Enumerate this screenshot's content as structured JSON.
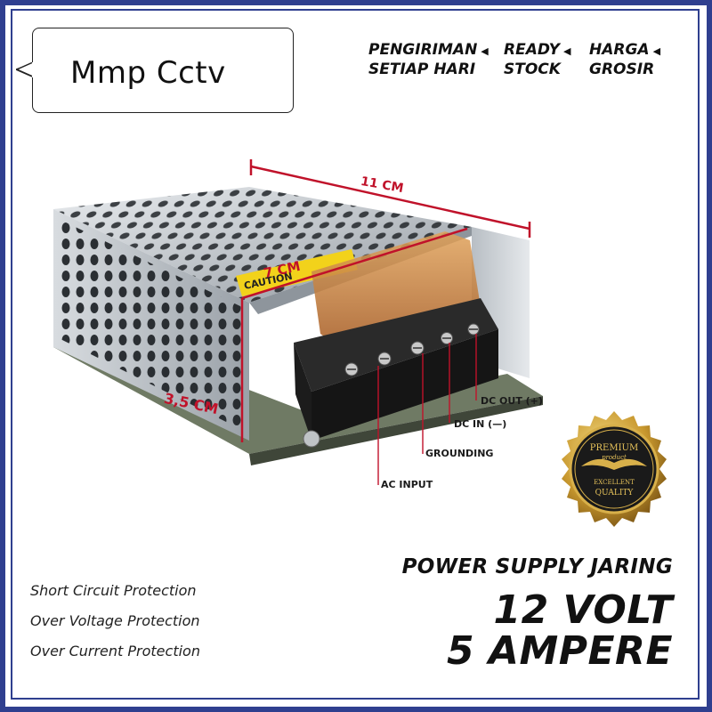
{
  "bubble": {
    "text": "Mmp Cctv"
  },
  "tags": [
    {
      "line1": "PENGIRIMAN",
      "line2": "SETIAP HARI"
    },
    {
      "line1": "READY",
      "line2": "STOCK"
    },
    {
      "line1": "HARGA",
      "line2": "GROSIR"
    }
  ],
  "dimensions": {
    "length": "11 CM",
    "width": "7 CM",
    "height": "3,5 CM"
  },
  "terminals": {
    "dc_out": "DC OUT (+)",
    "dc_in": "DC IN (—)",
    "grounding": "GROUNDING",
    "ac_input": "AC INPUT"
  },
  "caution": "CAUTION",
  "badge": {
    "top": "PREMIUM",
    "sub": "product",
    "line1": "EXCELLENT",
    "line2": "QUALITY"
  },
  "features": [
    "Short Circuit Protection",
    "Over Voltage Protection",
    "Over Current Protection"
  ],
  "product": {
    "title": "POWER SUPPLY JARING",
    "voltage": "12 VOLT",
    "current": "5 AMPERE"
  },
  "colors": {
    "frame": "#2f3f8f",
    "dimension": "#c0122a",
    "badge_gold": "#c9992f"
  }
}
